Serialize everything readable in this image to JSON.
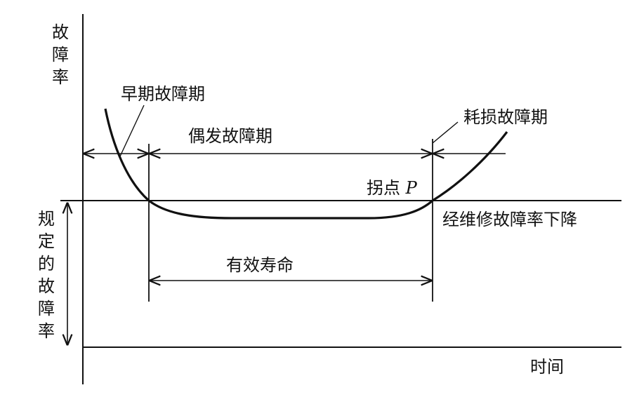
{
  "labels": {
    "y_axis": "故障率",
    "x_axis": "时间",
    "early_failure": "早期故障期",
    "random_failure": "偶发故障期",
    "wearout_failure": "耗损故障期",
    "inflection_text": "拐点",
    "inflection_symbol": "P",
    "maintenance_drop": "经维修故障率下降",
    "useful_life": "有效寿命",
    "specified_rate": "规定的故障率"
  },
  "colors": {
    "ink": "#111111",
    "background": "#ffffff"
  }
}
